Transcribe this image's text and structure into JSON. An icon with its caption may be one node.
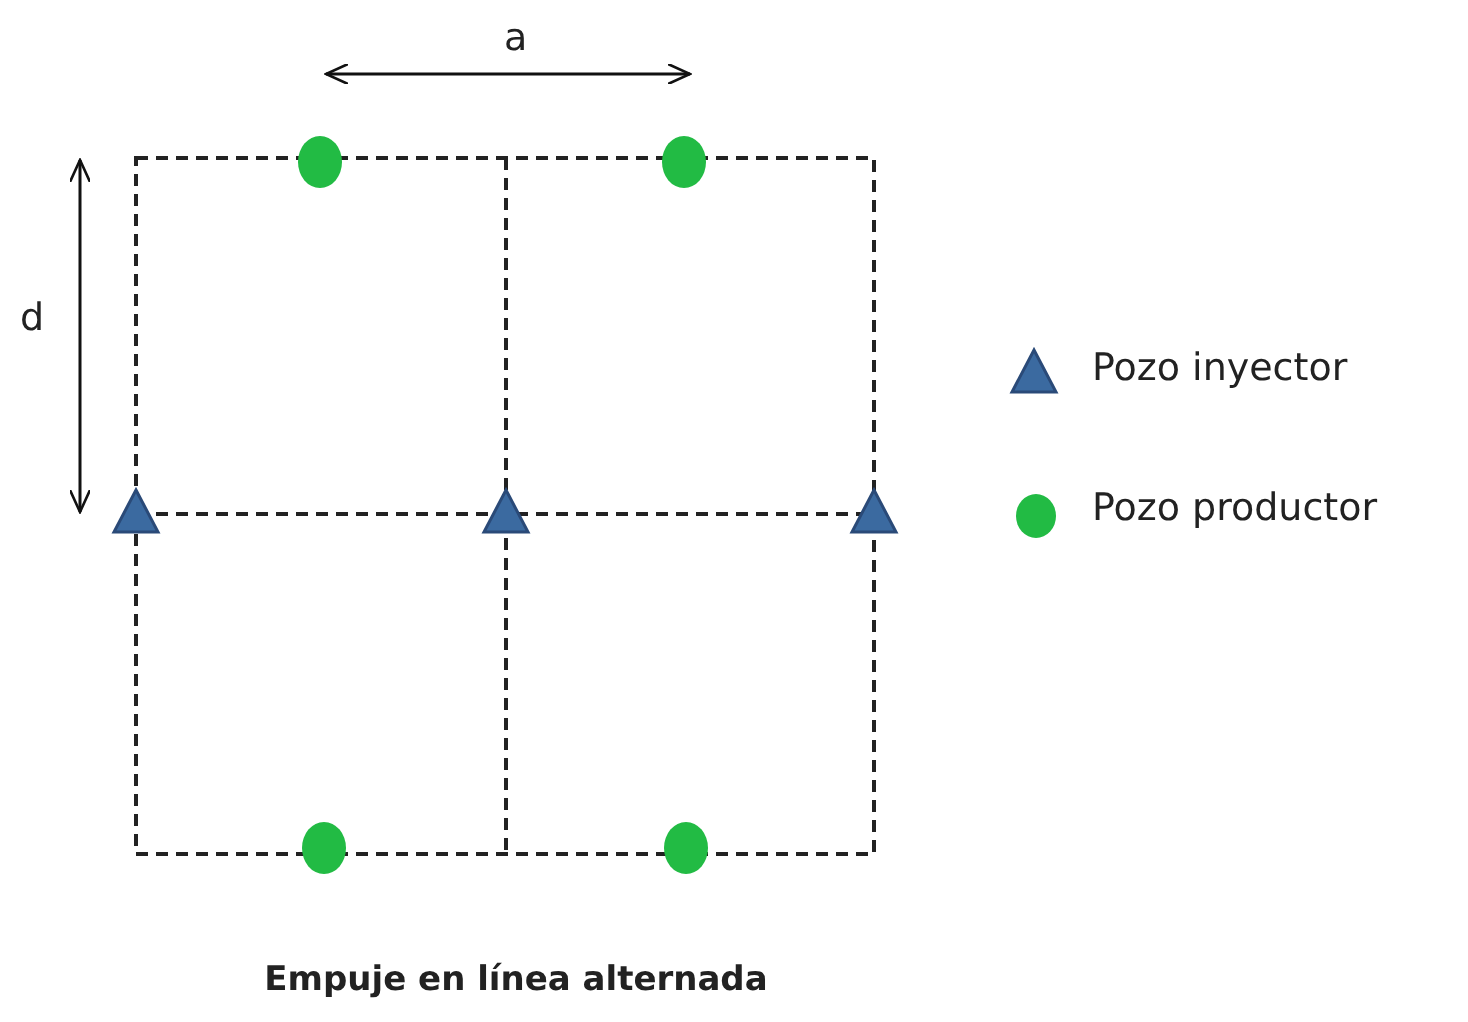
{
  "diagram": {
    "caption": "Empuje en línea alternada",
    "labels": [
      "a",
      "d"
    ],
    "legend": [
      {
        "text": "Pozo inyector"
      },
      {
        "text": "Pozo productor",
        "color": "#22bb44"
      }
    ]
  }
}
